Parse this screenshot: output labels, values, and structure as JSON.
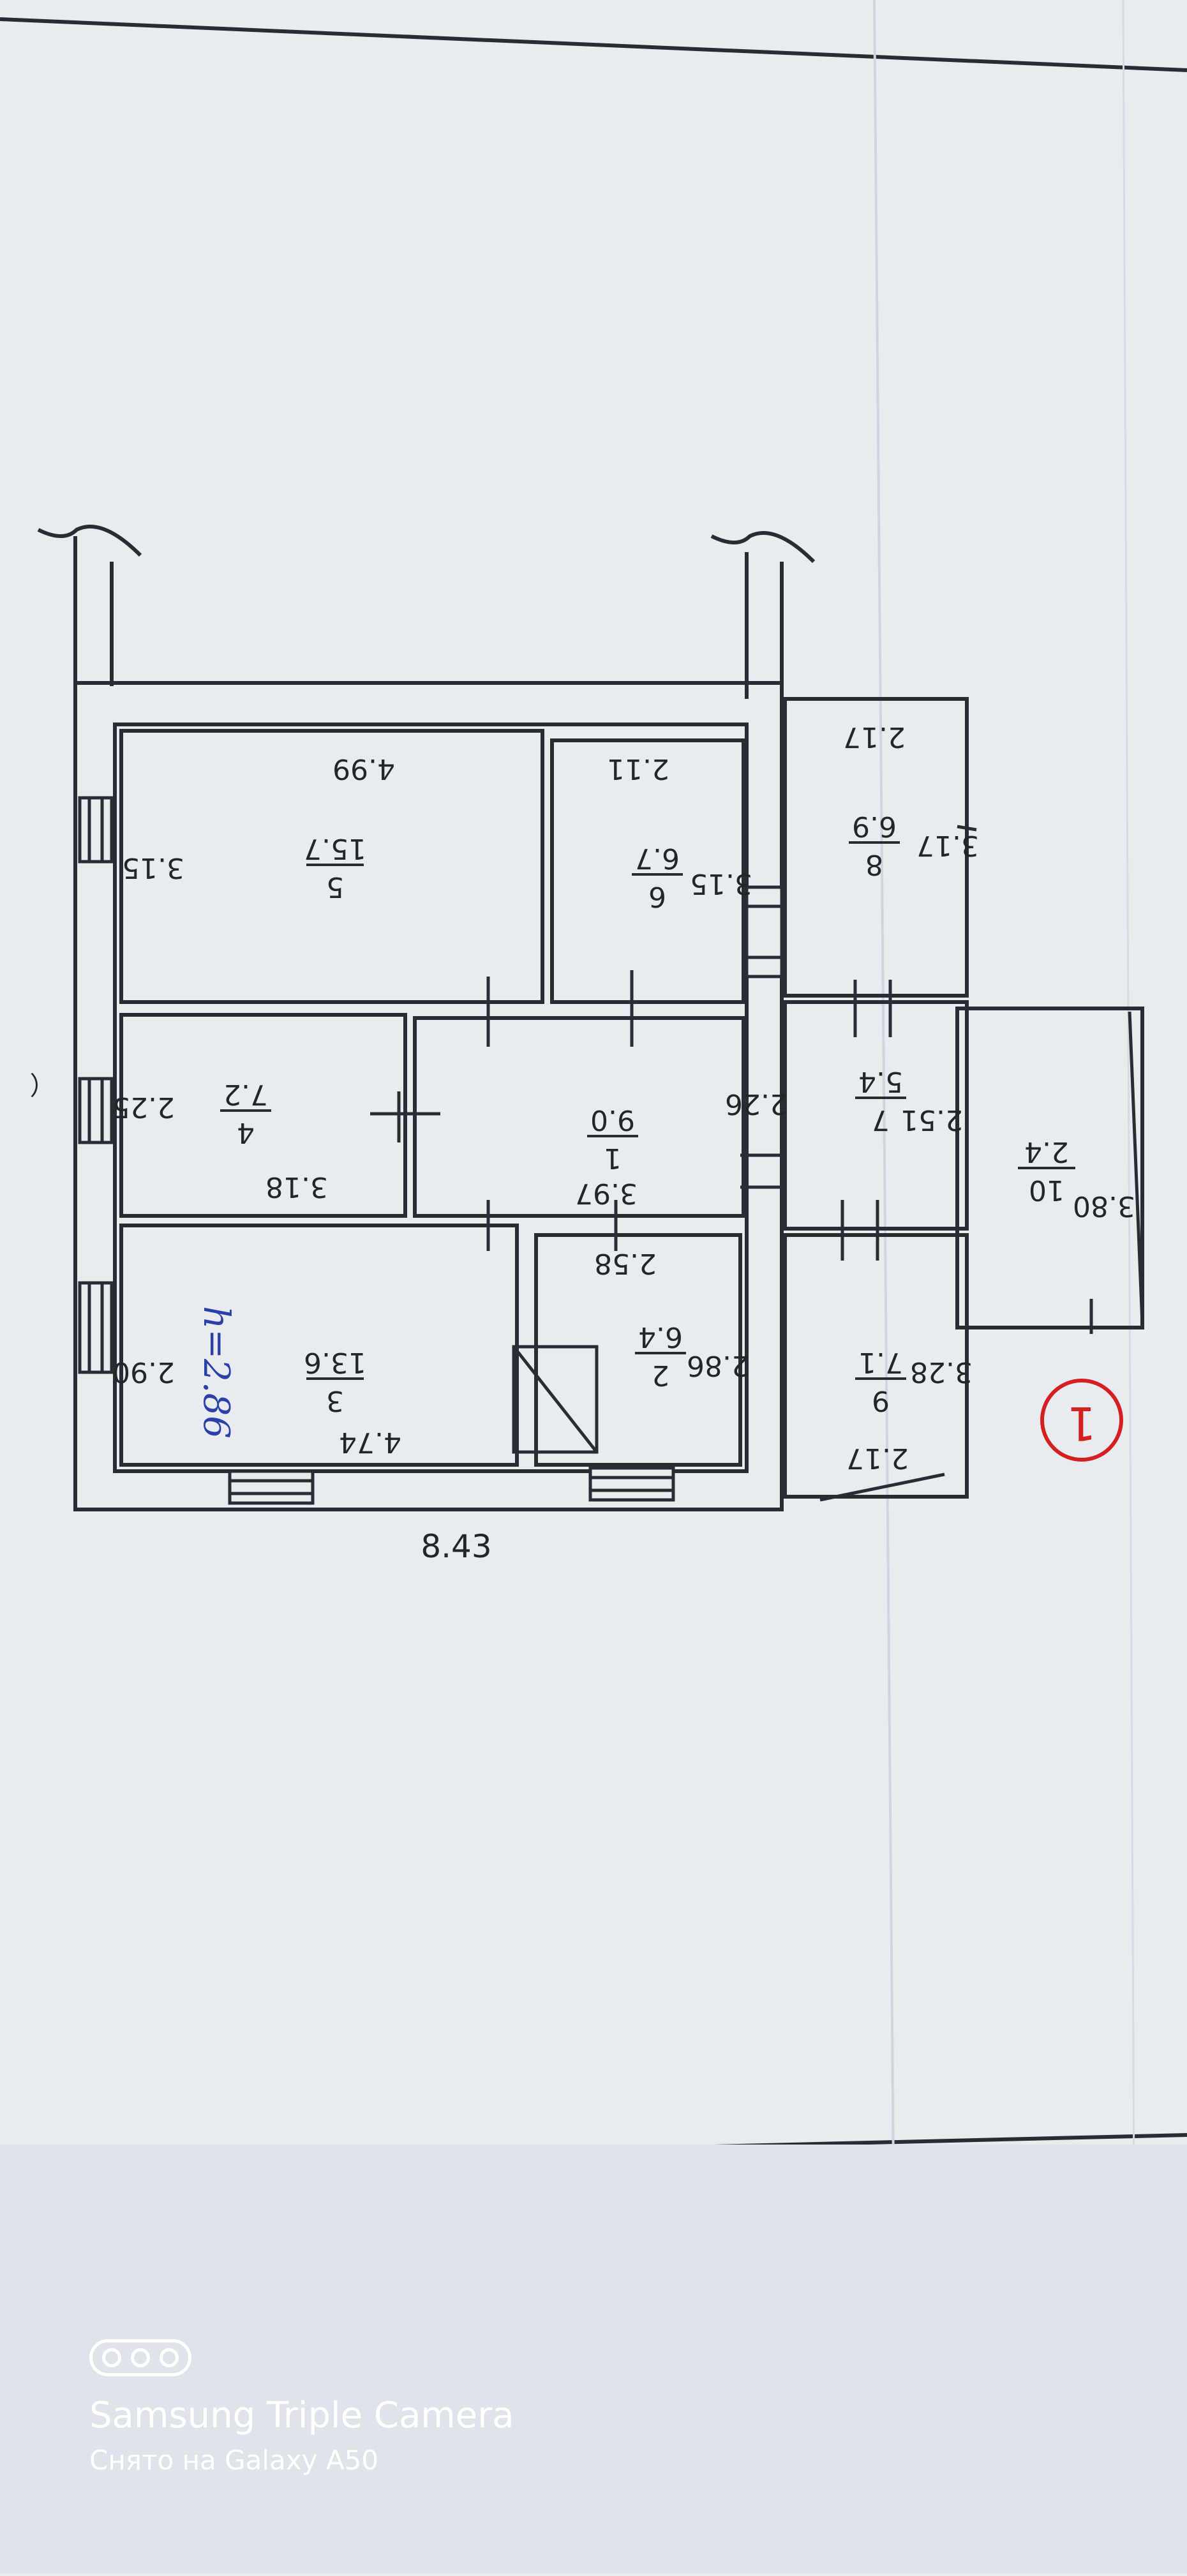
{
  "plan": {
    "overall_dimension": "8.43",
    "sheet_number": "1",
    "ceiling_note": "h=2.86",
    "rooms": [
      {
        "number": "1",
        "area": "9.0",
        "dims": [
          "2.26",
          "3.97"
        ]
      },
      {
        "number": "2",
        "area": "6.4",
        "dims": [
          "2.58",
          "2.86"
        ]
      },
      {
        "number": "3",
        "area": "13.6",
        "dims": [
          "2.90",
          "4.74"
        ]
      },
      {
        "number": "4",
        "area": "7.2",
        "dims": [
          "2.25",
          "3.18"
        ]
      },
      {
        "number": "5",
        "area": "15.7",
        "dims": [
          "4.99",
          "3.15"
        ]
      },
      {
        "number": "6",
        "area": "6.7",
        "dims": [
          "2.11",
          "3.15"
        ]
      },
      {
        "number": "7",
        "area": "5.4",
        "dims": [
          "2.51"
        ]
      },
      {
        "number": "8",
        "area": "6.9",
        "dims": [
          "2.17",
          "3.17"
        ]
      },
      {
        "number": "9",
        "area": "7.1",
        "dims": [
          "3.28",
          "2.17"
        ]
      },
      {
        "number": "10",
        "area": "2.4",
        "dims": [
          "3.80"
        ]
      }
    ]
  },
  "watermark": {
    "brand": "Samsung Triple Camera",
    "caption": "Снято на Galaxy A50"
  },
  "colors": {
    "paper": "#e8ecf1",
    "ink": "#23252b",
    "note_ink": "#2b3fa8",
    "stamp": "#d42020"
  }
}
